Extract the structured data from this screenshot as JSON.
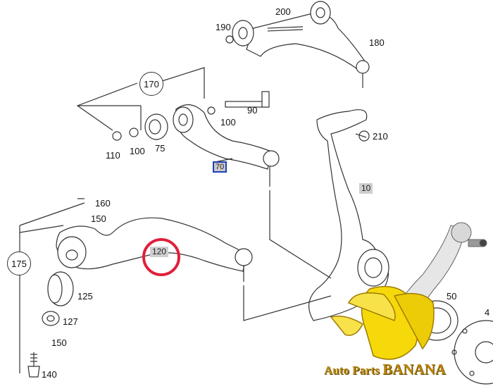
{
  "callouts": {
    "p190": "190",
    "p200": "200",
    "p180": "180",
    "p170": "170",
    "p90": "90",
    "p100a": "100",
    "p210": "210",
    "p110": "110",
    "p100b": "100",
    "p75": "75",
    "p70": "70",
    "p10": "10",
    "p160": "160",
    "p150a": "150",
    "p120": "120",
    "p175": "175",
    "p125": "125",
    "p127": "127",
    "p150b": "150",
    "p140": "140",
    "p50": "50",
    "p4": "4"
  },
  "watermark": {
    "prefix": "Auto Parts ",
    "brand": "BANANA"
  },
  "colors": {
    "highlight_ring": "#e0203a",
    "tag_border": "#1f3fbf",
    "banana": "#f5d90a",
    "brand_text": "#b8860b"
  }
}
